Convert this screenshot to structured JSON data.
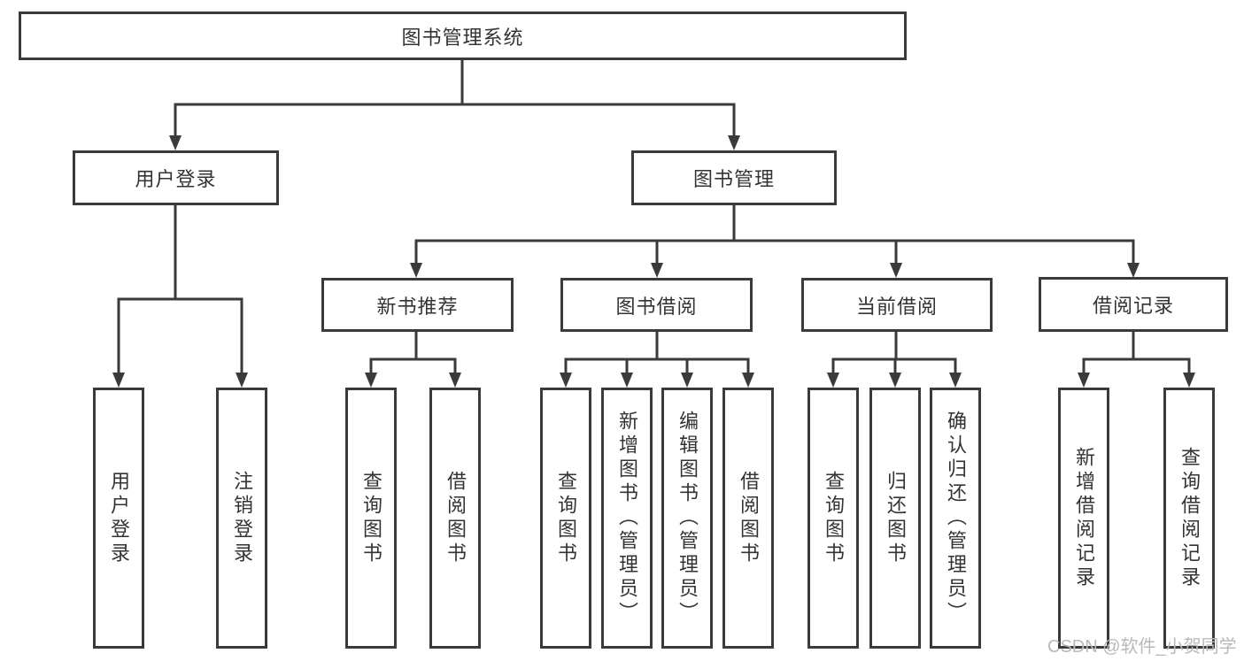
{
  "diagram": {
    "title": "图书管理系统",
    "level2": [
      "用户登录",
      "图书管理"
    ],
    "level3": [
      "新书推荐",
      "图书借阅",
      "当前借阅",
      "借阅记录"
    ],
    "leaves_user_login": [
      "用户登录",
      "注销登录"
    ],
    "leaves_new_book": [
      "查询图书",
      "借阅图书"
    ],
    "leaves_book_borrow": [
      "查询图书",
      "新增图书（管理员）",
      "编辑图书（管理员）",
      "借阅图书"
    ],
    "leaves_current_borrow": [
      "查询图书",
      "归还图书",
      "确认归还（管理员）"
    ],
    "leaves_borrow_record": [
      "新增借阅记录",
      "查询借阅记录"
    ]
  },
  "watermark": {
    "text": "CSDN @软件_小贺同学"
  },
  "colors": {
    "line": "#3a3a3a",
    "text": "#333333",
    "box_background": "#ffffff",
    "watermark": "#b9b9b9",
    "background": "#ffffff"
  }
}
